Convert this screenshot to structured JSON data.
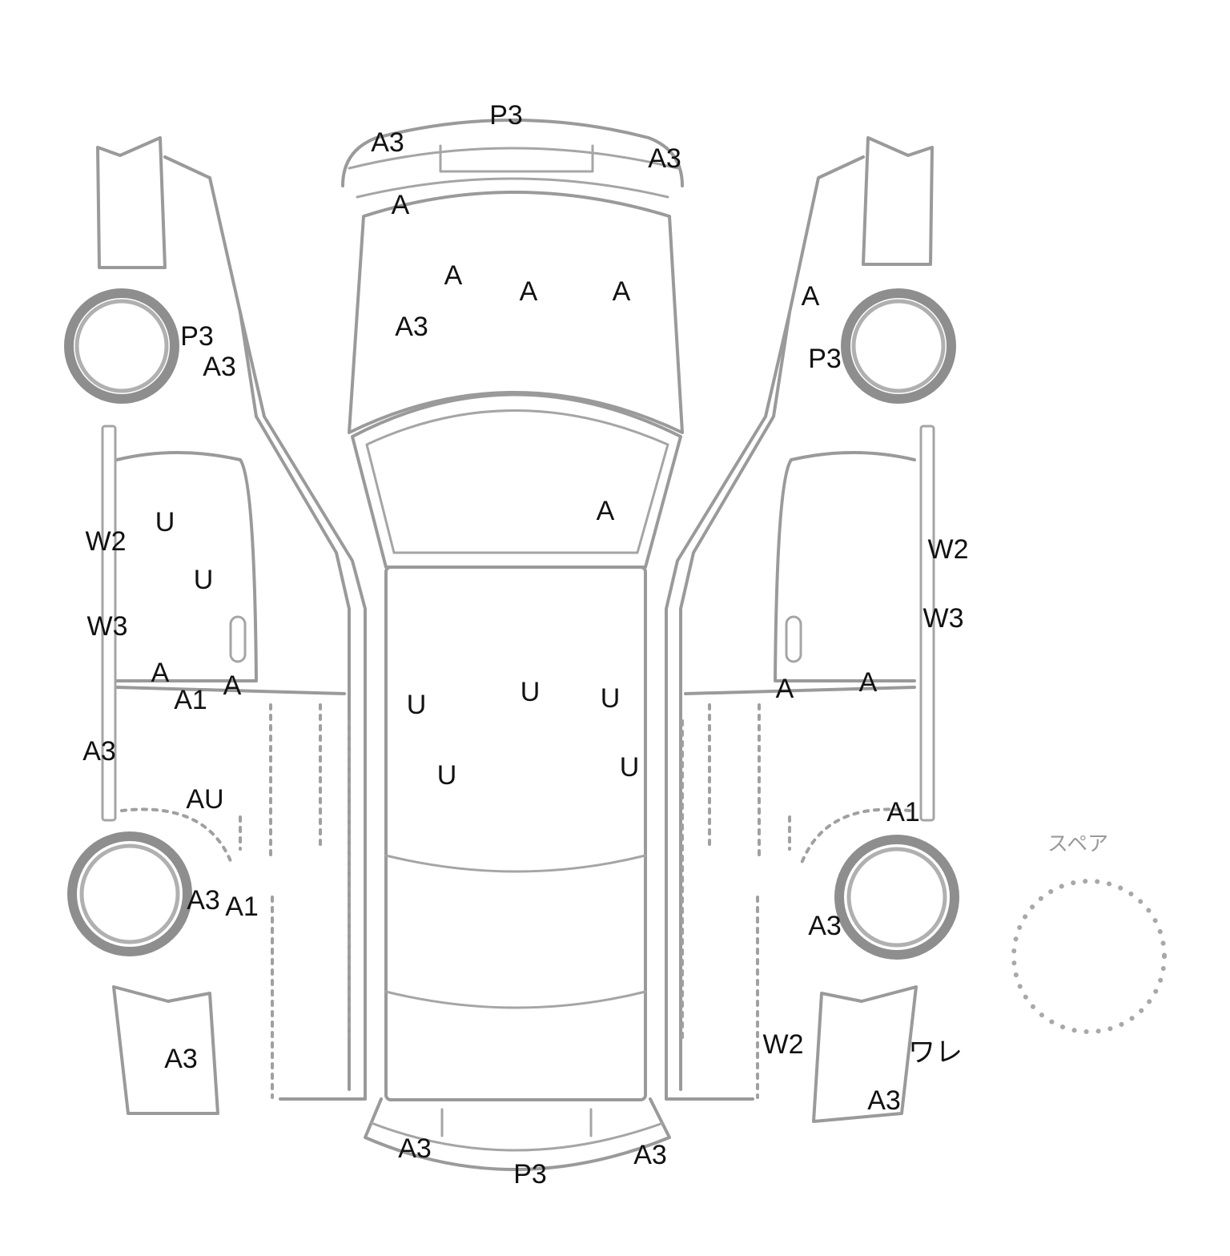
{
  "spare": {
    "label": "スペア"
  },
  "marks": {
    "top_rear": [
      "P3",
      "A3",
      "A3",
      "A"
    ],
    "trunk_lid": [
      "A",
      "A",
      "A",
      "A3"
    ],
    "rear_window": [
      "A"
    ],
    "roof": [
      "U",
      "U",
      "U",
      "U",
      "U"
    ],
    "front_bumper": [
      "A3",
      "A3",
      "P3"
    ],
    "left_side": [
      "P3",
      "A3",
      "W2",
      "U",
      "U",
      "W3",
      "A",
      "A1",
      "A",
      "A3",
      "AU",
      "A3",
      "A1",
      "A3"
    ],
    "right_side": [
      "A",
      "P3",
      "W2",
      "W3",
      "A",
      "A",
      "A1",
      "A3",
      "W2",
      "ワレ",
      "A3"
    ]
  }
}
